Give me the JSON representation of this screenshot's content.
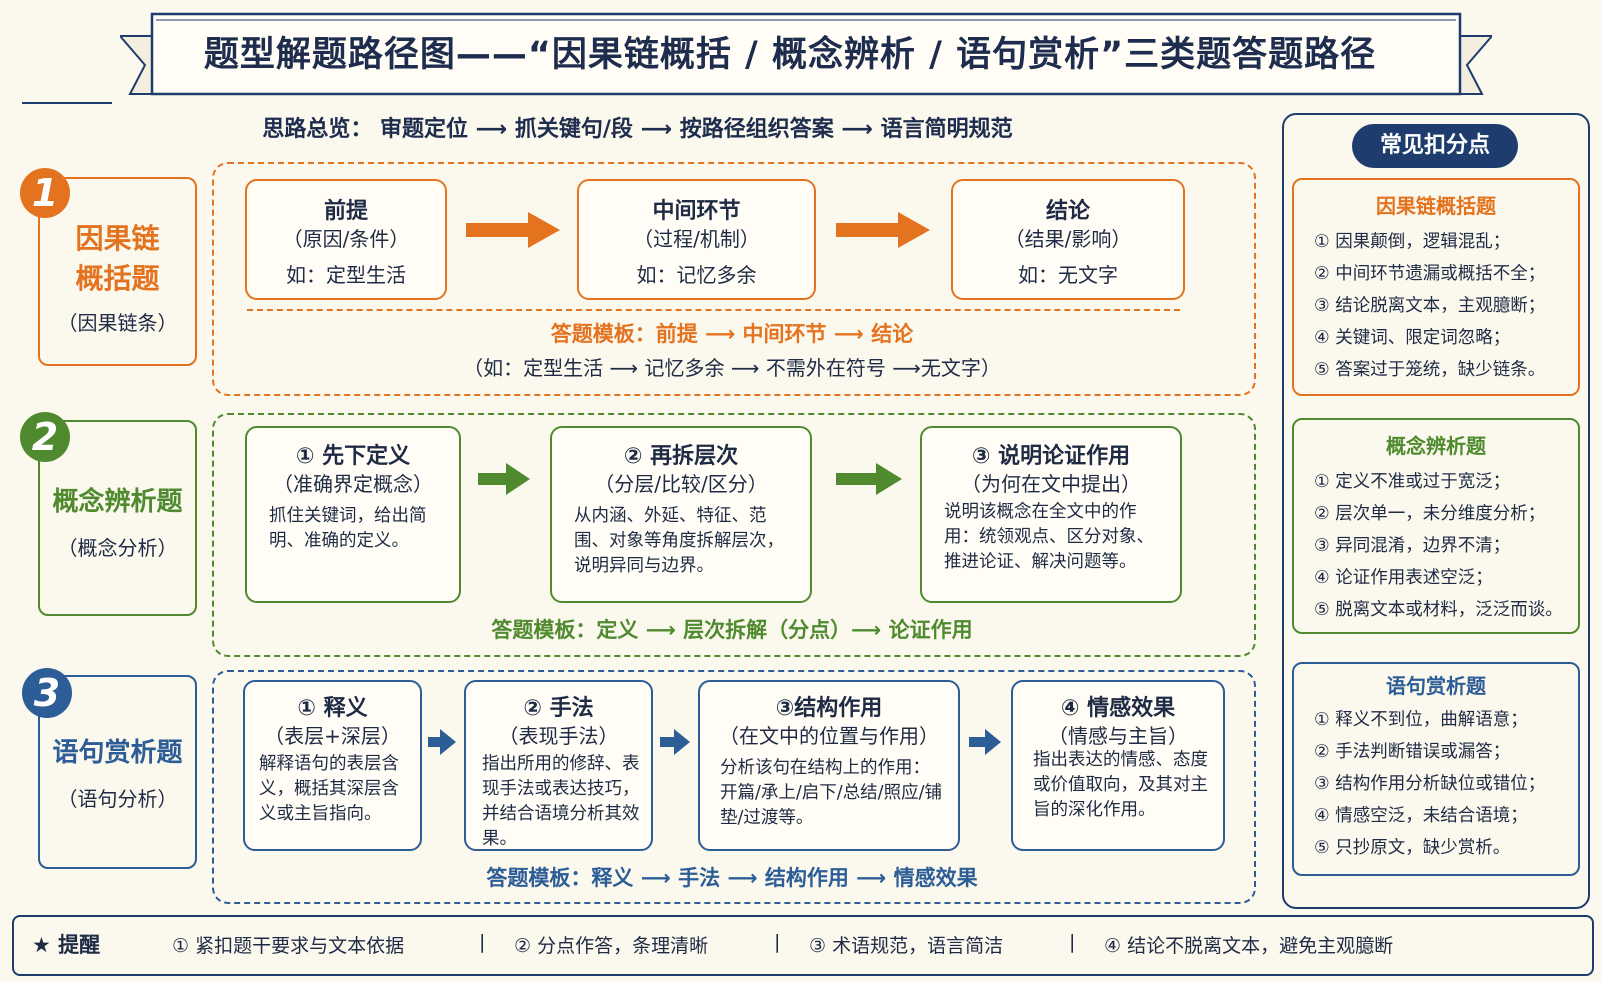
{
  "title": "题型解题路径图——“因果链概括 / 概念辨析 / 语句赏析”三类题答题路径",
  "overview": "思路总览： 审题定位 ⟶ 抓关键句/段 ⟶ 按路径组织答案 ⟶ 语言简明规范",
  "colors": {
    "orange": "#e4731f",
    "green": "#4f8a2e",
    "blue": "#2c5d97",
    "navy": "#1e3c6e"
  },
  "sections": [
    {
      "num": "1",
      "title_line1": "因果链",
      "title_line2": "概括题",
      "subtitle": "（因果链条）",
      "steps": [
        {
          "title": "前提",
          "sub": "（原因/条件）",
          "body": "如：定型生活"
        },
        {
          "title": "中间环节",
          "sub": "（过程/机制）",
          "body": "如：记忆多余"
        },
        {
          "title": "结论",
          "sub": "（结果/影响）",
          "body": "如：无文字"
        }
      ],
      "template": "答题模板：前提 ⟶ 中间环节 ⟶ 结论",
      "example": "（如：定型生活 ⟶ 记忆多余 ⟶ 不需外在符号 ⟶无文字）"
    },
    {
      "num": "2",
      "title": "概念辨析题",
      "subtitle": "（概念分析）",
      "steps": [
        {
          "title": "① 先下定义",
          "sub": "（准确界定概念）",
          "body": "抓住关键词，给出简明、准确的定义。"
        },
        {
          "title": "② 再拆层次",
          "sub": "（分层/比较/区分）",
          "body": "从内涵、外延、特征、范围、对象等角度拆解层次，说明异同与边界。"
        },
        {
          "title": "③ 说明论证作用",
          "sub": "（为何在文中提出）",
          "body": "说明该概念在全文中的作用：统领观点、区分对象、推进论证、解决问题等。"
        }
      ],
      "template": "答题模板：定义 ⟶ 层次拆解（分点）⟶ 论证作用"
    },
    {
      "num": "3",
      "title": "语句赏析题",
      "subtitle": "（语句分析）",
      "steps": [
        {
          "title": "① 释义",
          "sub": "（表层+深层）",
          "body": "解释语句的表层含义，概括其深层含义或主旨指向。"
        },
        {
          "title": "② 手法",
          "sub": "（表现手法）",
          "body": "指出所用的修辞、表现手法或表达技巧，并结合语境分析其效果。"
        },
        {
          "title": "③结构作用",
          "sub": "（在文中的位置与作用）",
          "body": "分析该句在结构上的作用：开篇/承上/启下/总结/照应/铺垫/过渡等。"
        },
        {
          "title": "④ 情感效果",
          "sub": "（情感与主旨）",
          "body": "指出表达的情感、态度或价值取向，及其对主旨的深化作用。"
        }
      ],
      "template": "答题模板：释义 ⟶ 手法 ⟶ 结构作用 ⟶ 情感效果"
    }
  ],
  "right_panel": {
    "header": "常见扣分点",
    "groups": [
      {
        "title": "因果链概括题",
        "items": [
          "① 因果颠倒，逻辑混乱；",
          "② 中间环节遗漏或概括不全；",
          "③ 结论脱离文本，主观臆断；",
          "④ 关键词、限定词忽略；",
          "⑤ 答案过于笼统，缺少链条。"
        ]
      },
      {
        "title": "概念辨析题",
        "items": [
          "① 定义不准或过于宽泛；",
          "② 层次单一，未分维度分析；",
          "③ 异同混淆，边界不清；",
          "④ 论证作用表述空泛；",
          "⑤ 脱离文本或材料，泛泛而谈。"
        ]
      },
      {
        "title": "语句赏析题",
        "items": [
          "① 释义不到位，曲解语意；",
          "② 手法判断错误或漏答；",
          "③ 结构作用分析缺位或错位；",
          "④ 情感空泛，未结合语境；",
          "⑤ 只抄原文，缺少赏析。"
        ]
      }
    ]
  },
  "footer": {
    "star_label": "★ 提醒",
    "tips": [
      "① 紧扣题干要求与文本依据",
      "|",
      "② 分点作答，条理清晰",
      "|",
      "③ 术语规范，语言简洁",
      "|",
      "④ 结论不脱离文本，避免主观臆断"
    ]
  }
}
